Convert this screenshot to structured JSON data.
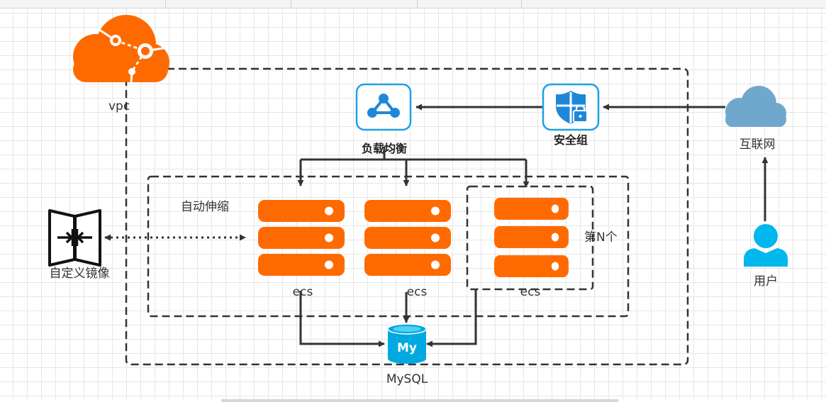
{
  "nodes": {
    "vpc": "vpc",
    "load_balancer": "负载均衡",
    "security_group": "安全组",
    "internet": "互联网",
    "user": "用户",
    "auto_scaling": "自动伸缩",
    "custom_image": "自定义镜像",
    "ecs": [
      "ecs",
      "ecs",
      "ecs"
    ],
    "nth": "第N个",
    "mysql": "MySQL",
    "mysql_badge": "My"
  },
  "colors": {
    "orange": "#ff6a00",
    "blue_icon": "#1e88d8",
    "cyan_user": "#00b7ee",
    "cloud_blue": "#6fa8cc",
    "line": "#333333"
  }
}
